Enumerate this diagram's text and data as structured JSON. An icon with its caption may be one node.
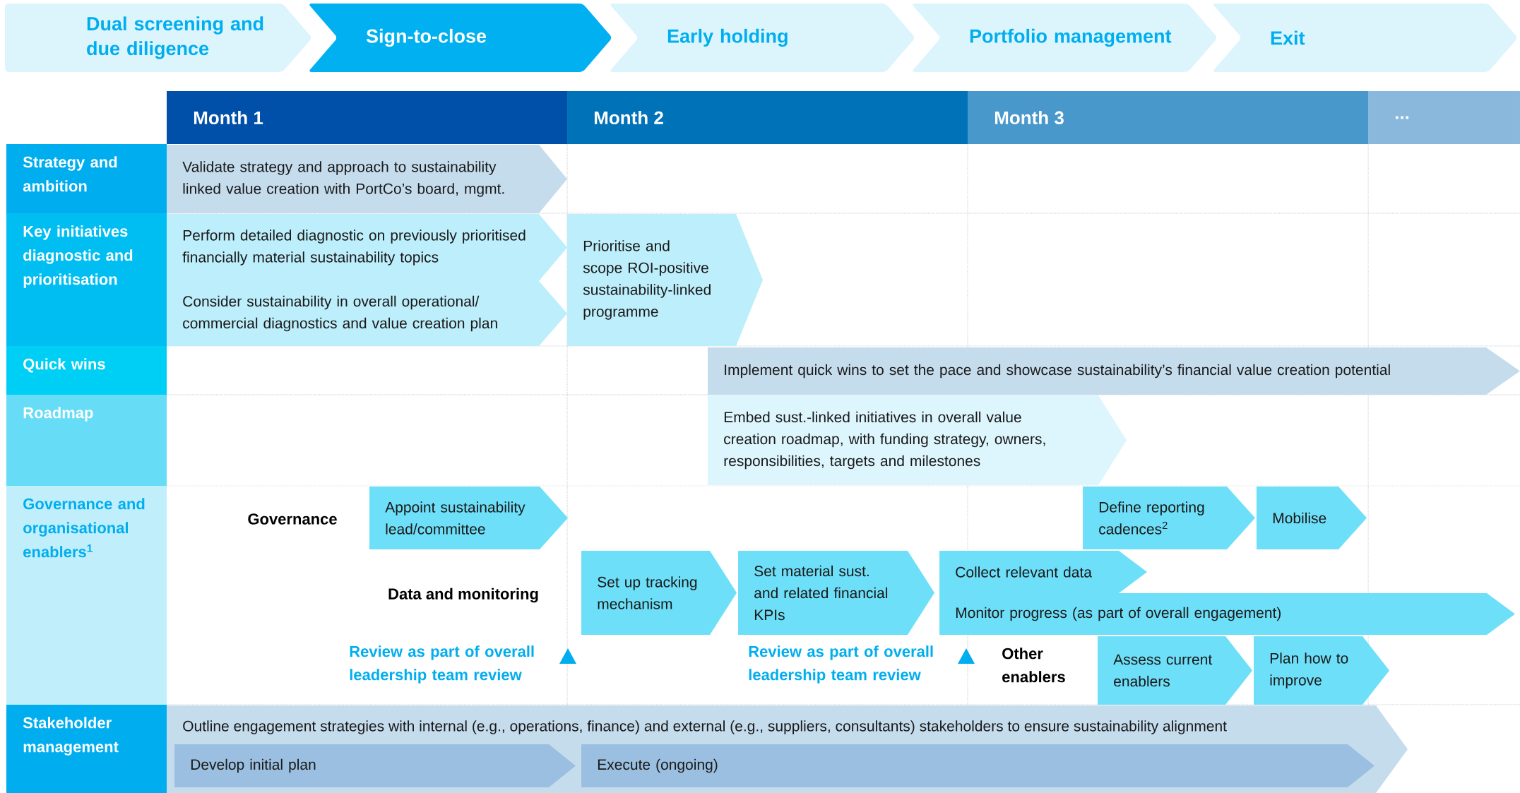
{
  "diagram": {
    "nodes": [
      {
        "text": [
          "Dual screening and due diligence"
        ]
      },
      {
        "text": [
          "Sign-to-close"
        ]
      },
      {
        "text": [
          "Early holding"
        ]
      },
      {
        "text": [
          "Portfolio management"
        ]
      },
      {
        "text": [
          "Exit"
        ]
      },
      {
        "text": [
          "Month 1"
        ]
      },
      {
        "text": [
          "Month 2"
        ]
      },
      {
        "text": [
          "Month 3"
        ]
      },
      {
        "text": [
          "..."
        ]
      },
      {
        "text": [
          "Strategy and ambition"
        ]
      },
      {
        "text": [
          "Key initiatives diagnostic and prioritisation"
        ]
      },
      {
        "text": [
          "Quick wins"
        ]
      },
      {
        "text": [
          "Roadmap"
        ]
      },
      {
        "text": [
          "Governance and organisational enablers$^{1}$"
        ]
      },
      {
        "text": [
          "Stakeholder management"
        ]
      },
      {
        "text": [
          "Validate strategy and approach to sustainability linked value creation with PortCo’s board, mgmt."
        ]
      },
      {
        "text": [
          "Perform detailed diagnostic on previously prioritised financially material sustainability topics"
        ]
      },
      {
        "text": [
          "Consider sustainability in overall operational/ commercial diagnostics and value creation plan"
        ]
      },
      {
        "text": [
          "Prioritise and scope ROI-positive sustainability-linked programme"
        ]
      },
      {
        "text": [
          "Implement quick wins to set the pace and showcase sustainability’s financial value creation potential"
        ]
      },
      {
        "text": [
          "Embed sust.-linked initiatives in overall value creation roadmap, with funding strategy, owners, responsibilities, targets and milestones"
        ]
      },
      {
        "text": [
          "Appoint sustainability lead/committee"
        ]
      },
      {
        "text": [
          "Define reporting cadences$^{2}$"
        ]
      },
      {
        "text": [
          "Mobilise"
        ]
      },
      {
        "text": [
          "Set up tracking mechanism"
        ]
      },
      {
        "text": [
          "Set material sust. and related financial KPIs"
        ]
      },
      {
        "text": [
          "Collect relevant data"
        ]
      },
      {
        "text": [
          "Monitor progress (as part of overall engagement)"
        ]
      },
      {
        "text": [
          "Assess current enablers"
        ]
      },
      {
        "text": [
          "Plan how to improve"
        ]
      },
      {
        "text": [
          "Outline engagement strategies with internal (e.g., operations, finance) and external (e.g., suppliers, consultants) stakeholders to ensure sustainability alignment"
        ]
      },
      {
        "text": [
          "Develop initial plan"
        ],
        "in": 30
      },
      {
        "text": [
          "Execute (ongoing)"
        ],
        "in": 30
      }
    ],
    "labels": [
      "Governance",
      "Data and monitoring",
      "Review as part of overall leadership team review",
      "Review as part of overall leadership team review",
      "Other enablers"
    ]
  }
}
